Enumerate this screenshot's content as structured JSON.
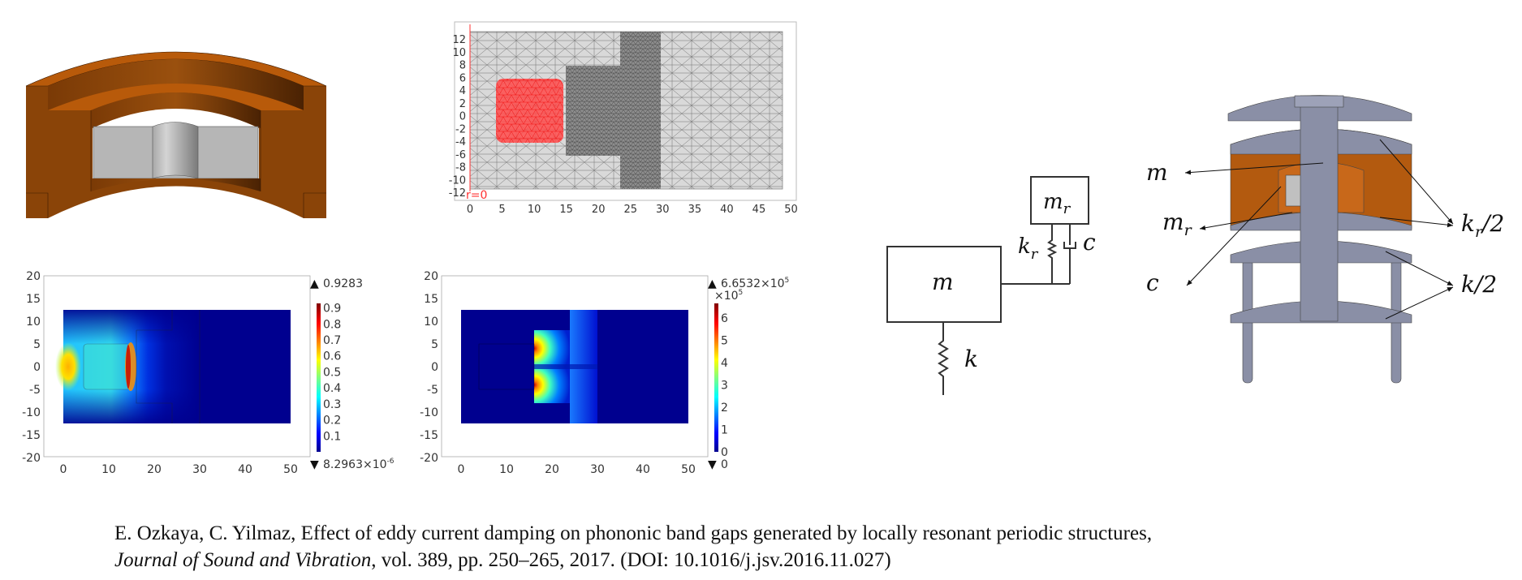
{
  "mesh_plot": {
    "y_ticks": [
      "12",
      "10",
      "8",
      "6",
      "4",
      "2",
      "0",
      "-2",
      "-4",
      "-6",
      "-8",
      "-10",
      "-12"
    ],
    "x_ticks": [
      "0",
      "5",
      "10",
      "15",
      "20",
      "25",
      "30",
      "35",
      "40",
      "45",
      "50"
    ],
    "axis_label": "r=0",
    "highlight_color": "#ff4a4a"
  },
  "field_plot_1": {
    "y_ticks": [
      "20",
      "15",
      "10",
      "5",
      "0",
      "-5",
      "-10",
      "-15",
      "-20"
    ],
    "x_ticks": [
      "0",
      "10",
      "20",
      "30",
      "40",
      "50"
    ],
    "max_label": "0.9283",
    "min_label": "8.2963×10",
    "min_exp": "-6",
    "colorbar_ticks": [
      "0.1",
      "0.2",
      "0.3",
      "0.4",
      "0.5",
      "0.6",
      "0.7",
      "0.8",
      "0.9"
    ],
    "colorbar_range": [
      8.2963e-06,
      0.9283
    ]
  },
  "field_plot_2": {
    "y_ticks": [
      "20",
      "15",
      "10",
      "5",
      "0",
      "-5",
      "-10",
      "-15",
      "-20"
    ],
    "x_ticks": [
      "0",
      "10",
      "20",
      "30",
      "40",
      "50"
    ],
    "max_label": "6.6532×10",
    "max_exp": "5",
    "scale_label": "×10",
    "scale_exp": "5",
    "min_label": "0",
    "colorbar_ticks": [
      "0",
      "1",
      "2",
      "3",
      "4",
      "5",
      "6"
    ],
    "colorbar_range": [
      0,
      6.6532
    ]
  },
  "lumped_model": {
    "m": "m",
    "mr": {
      "base": "m",
      "sub": "r"
    },
    "kr": {
      "base": "k",
      "sub": "r"
    },
    "c": "c",
    "k": "k"
  },
  "assembly": {
    "m": "m",
    "mr": {
      "base": "m",
      "sub": "r"
    },
    "c": "c",
    "kr_half": {
      "base": "k",
      "sub": "r",
      "tail": "/2"
    },
    "k_half": "k/2"
  },
  "caption": {
    "line1": "E. Ozkaya, C. Yilmaz, Effect of eddy current damping on phononic band gaps generated by locally resonant periodic structures,",
    "journal": "Journal of Sound and Vibration",
    "line2_rest": ", vol. 389, pp. 250–265, 2017. (DOI: 10.1016/j.jsv.2016.11.027)"
  },
  "colors": {
    "copper": "#b85a0a",
    "copper_dark": "#8a4408",
    "steel": "#8a8fa6",
    "navy": "#00008f"
  }
}
